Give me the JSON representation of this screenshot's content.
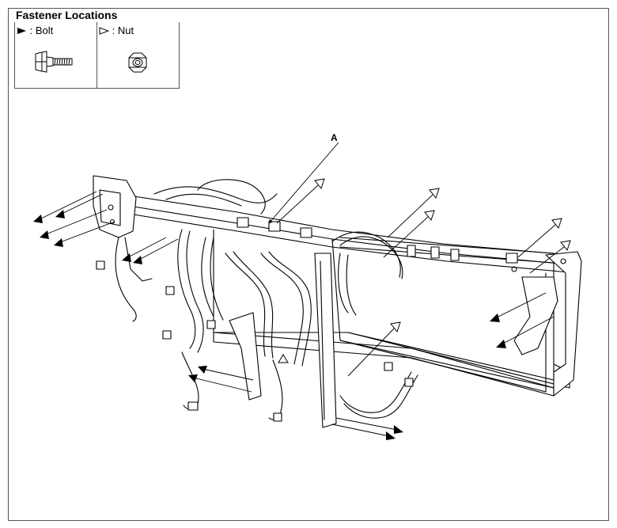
{
  "figure": {
    "title": "Fastener Locations",
    "legend": {
      "bolt": {
        "label": ": Bolt",
        "symbol": "filled-arrowhead-icon"
      },
      "nut": {
        "label": ": Nut",
        "symbol": "outlined-arrowhead-icon"
      }
    },
    "callouts": {
      "a": "A"
    }
  },
  "colors": {
    "line": "#000000",
    "frame": "#555555",
    "background": "#ffffff"
  }
}
